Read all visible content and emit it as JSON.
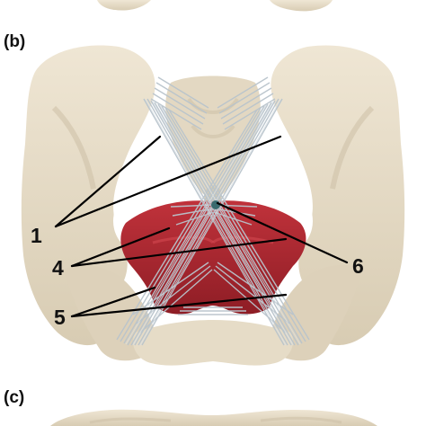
{
  "panels": {
    "b": "(b)",
    "c": "(c)"
  },
  "callouts": {
    "c1": "1",
    "c4": "4",
    "c5": "5",
    "c6": "6"
  },
  "colors": {
    "bone": "#e8ddc8",
    "bone_shade": "#cfc2a8",
    "muscle": "#b52a33",
    "muscle_dark": "#8e1d25",
    "ligament": "#b9c4cc",
    "ligament_light": "#d9e0e5",
    "leader": "#000000"
  }
}
